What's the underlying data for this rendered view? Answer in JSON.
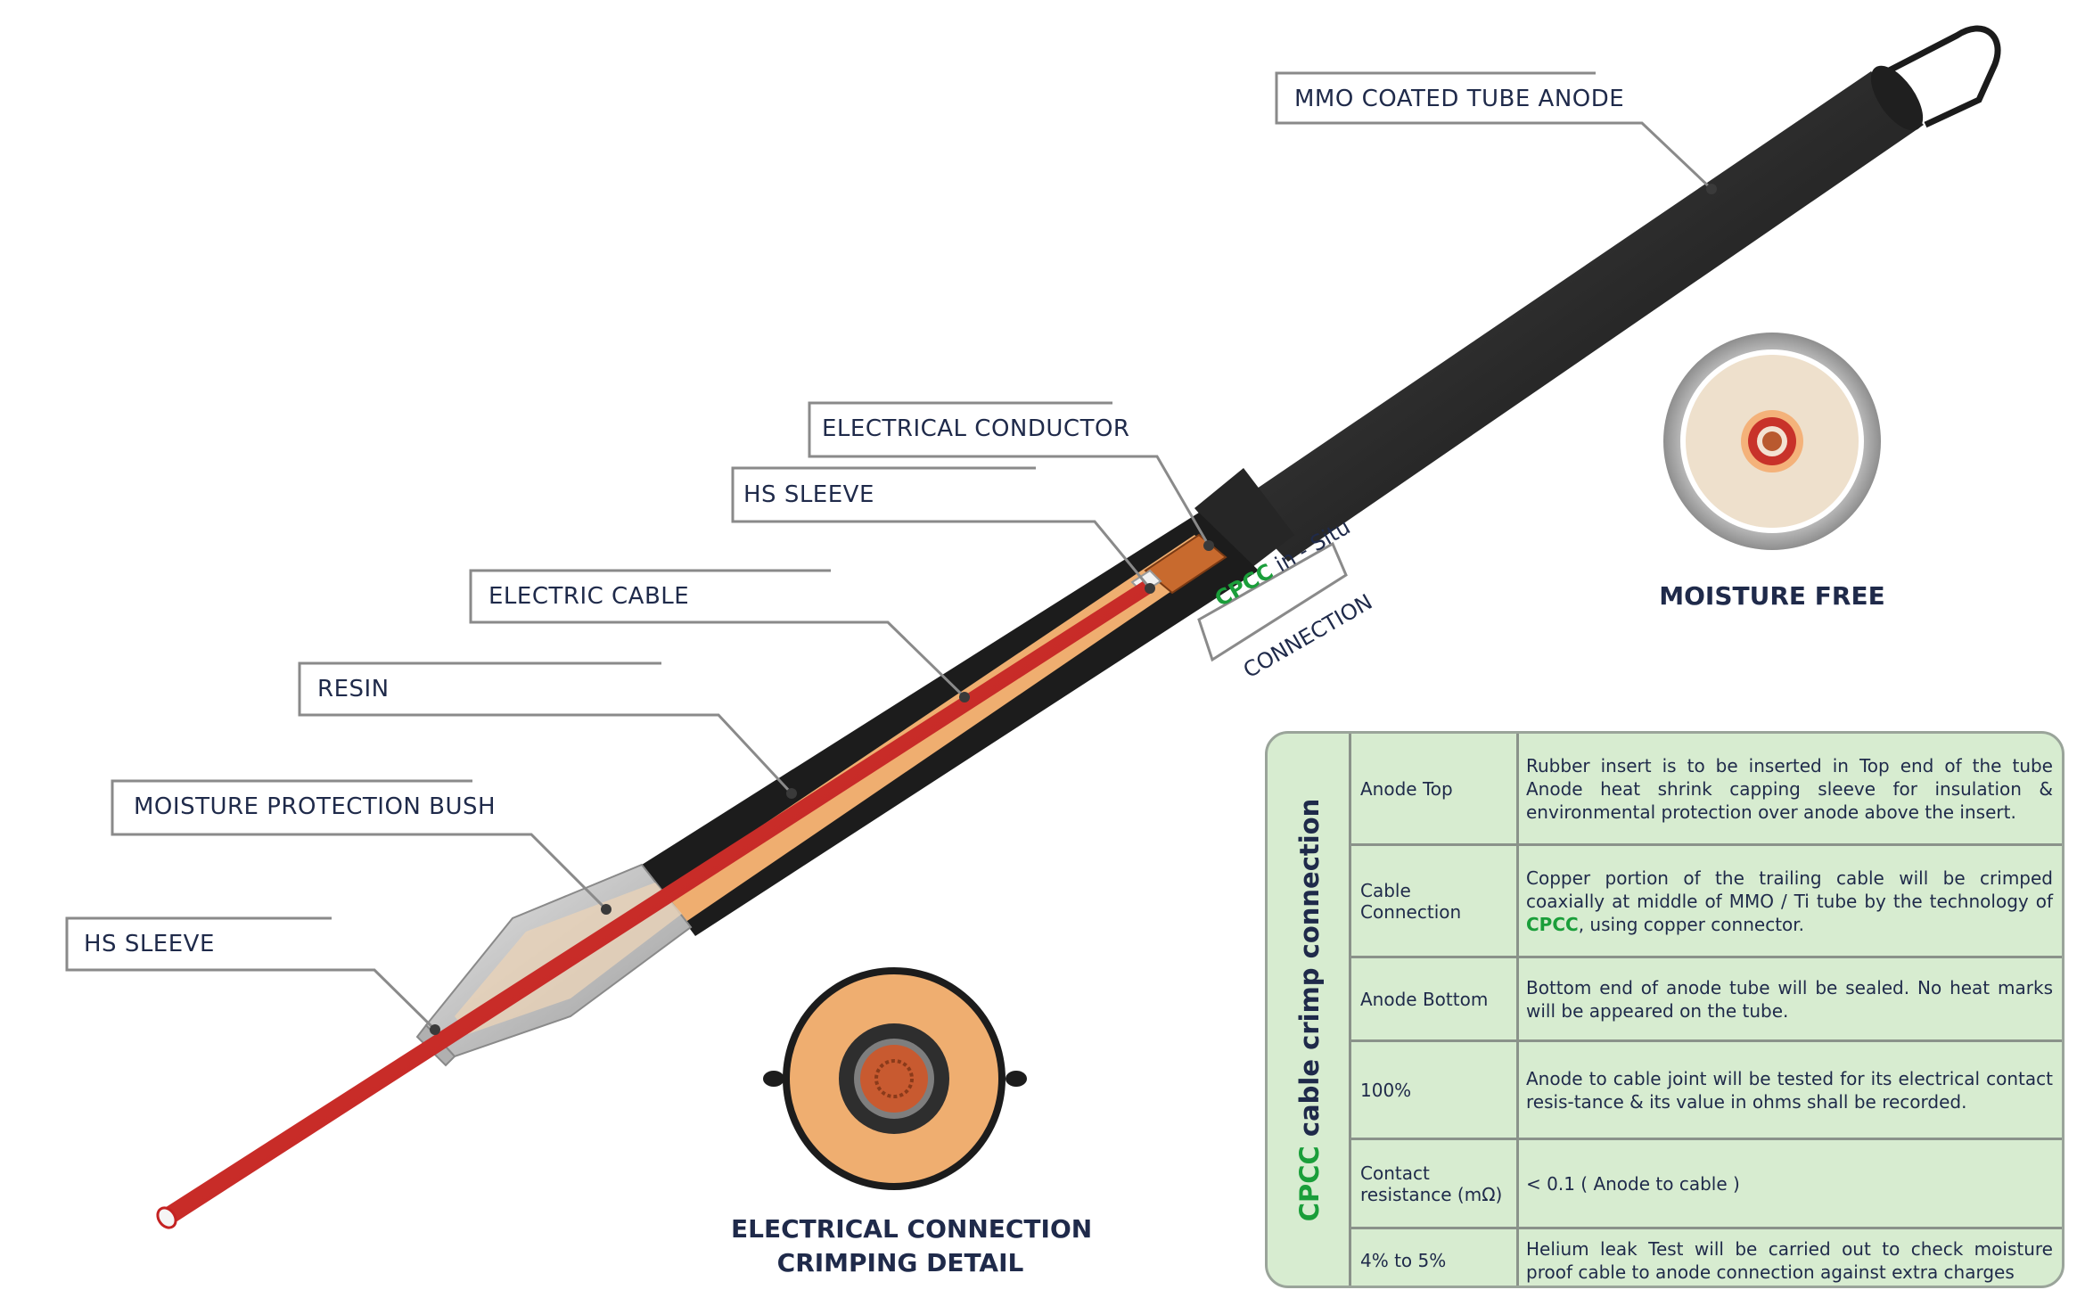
{
  "labels": {
    "mmo_tube": "MMO COATED TUBE ANODE",
    "conductor": "ELECTRICAL  CONDUCTOR",
    "hs_sleeve_top": "HS SLEEVE",
    "electric_cable": "ELECTRIC CABLE",
    "resin": "RESIN",
    "bush": "MOISTURE PROTECTION BUSH",
    "hs_sleeve_bottom": "HS SLEEVE"
  },
  "cpcc_label": {
    "cpcc": "CPCC",
    "in_situ": " in - Situ",
    "connection": "CONNECTION"
  },
  "captions": {
    "moisture_free": "MOISTURE FREE",
    "crimping_line1": "ELECTRICAL CONNECTION",
    "crimping_line2": "CRIMPING DETAIL"
  },
  "table": {
    "side_cpcc": "CPCC",
    "side_rest": " cable crimp connection",
    "rows": [
      {
        "key": "Anode Top",
        "value": "Rubber insert is to be inserted in Top end of the tube Anode heat shrink capping sleeve for insulation & environmental protection over anode above the insert."
      },
      {
        "key": "Cable Connection",
        "value_pre": "Copper portion of the trailing cable will be crimped coaxially at middle of MMO / Ti tube by the technology of ",
        "value_hl": "CPCC",
        "value_post": ", using copper connector."
      },
      {
        "key": "Anode Bottom",
        "value": "Bottom end of anode tube will be sealed. No heat marks will be appeared on the tube."
      },
      {
        "key": "100%",
        "value": "Anode to cable joint will be tested for its electrical contact resis-tance & its value in ohms shall be recorded."
      },
      {
        "key": "Contact resistance (mΩ)",
        "value": "< 0.1 ( Anode to cable )"
      },
      {
        "key": "4% to 5%",
        "value": "Helium leak Test will be carried out to check moisture proof cable to anode connection against extra charges"
      }
    ]
  },
  "colors": {
    "tube": "#2b2b2b",
    "resin": "#efae70",
    "cable": "#d42a26",
    "bush": "#c8c8c8",
    "table_bg": "#d7ecd0",
    "accent_green": "#1a9e3a",
    "text": "#1f2a4a"
  }
}
